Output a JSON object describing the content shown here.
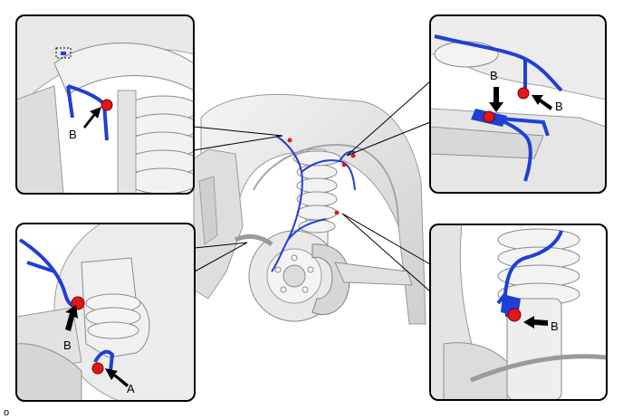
{
  "callouts": {
    "top_left": {
      "labels": [
        "B"
      ]
    },
    "top_right": {
      "labels": [
        "B",
        "B"
      ]
    },
    "bottom_left": {
      "labels": [
        "B",
        "A"
      ]
    },
    "bottom_right": {
      "labels": [
        "B"
      ]
    }
  },
  "figure_code": "o",
  "colors": {
    "harness": "#1f3fd6",
    "clamp": "#e01818",
    "frame": "#000000",
    "part_fill": "#e6e6e6",
    "part_stroke": "#8a8a8a"
  },
  "icons": [
    "arrow-icon",
    "clamp-icon"
  ]
}
